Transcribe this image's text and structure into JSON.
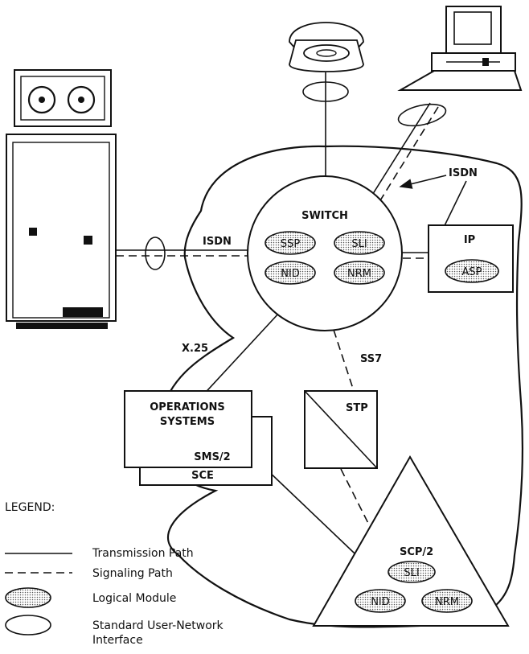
{
  "switch": {
    "title": "SWITCH",
    "modules": [
      "SSP",
      "SLI",
      "NID",
      "NRM"
    ]
  },
  "ip": {
    "title": "IP",
    "module": "ASP"
  },
  "stp": {
    "title": "STP"
  },
  "scp": {
    "title": "SCP/2",
    "modules": [
      "SLI",
      "NID",
      "NRM"
    ]
  },
  "operations": {
    "title_line1": "OPERATIONS",
    "title_line2": "SYSTEMS",
    "sms": "SMS/2",
    "sce": "SCE"
  },
  "links": {
    "isdn_left": "ISDN",
    "isdn_right": "ISDN",
    "x25": "X.25",
    "ss7": "SS7"
  },
  "legend": {
    "title": "LEGEND:",
    "items": [
      {
        "symbol": "solid-line",
        "label": "Transmission Path"
      },
      {
        "symbol": "dashed-line",
        "label": "Signaling Path"
      },
      {
        "symbol": "dotted-ellipse",
        "label": "Logical Module"
      },
      {
        "symbol": "plain-ellipse",
        "label_line1": "Standard User-Network",
        "label_line2": "Interface"
      }
    ]
  }
}
